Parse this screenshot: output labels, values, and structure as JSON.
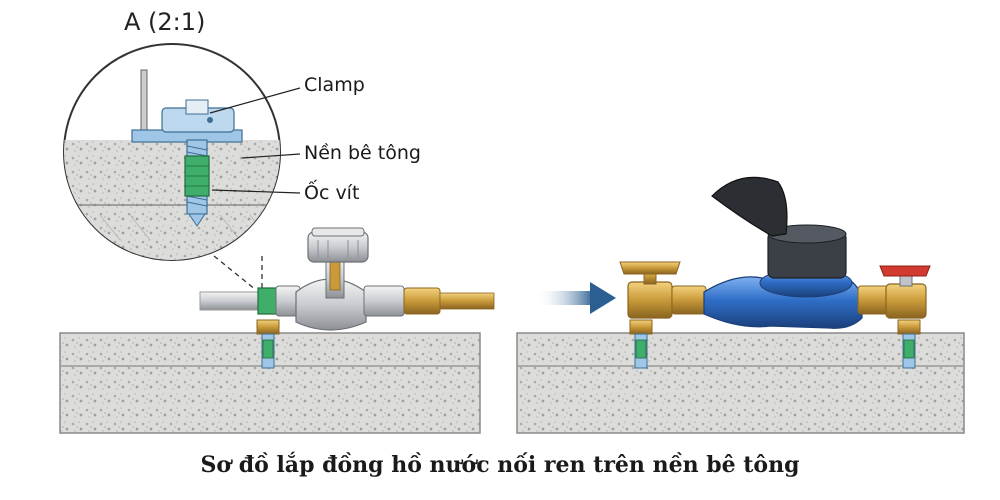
{
  "detail_view": {
    "title": "A (2:1)",
    "labels": {
      "clamp": "Clamp",
      "concrete": "Nền bê tông",
      "screw": "Ốc vít"
    }
  },
  "caption": "Sơ đồ lắp đồng hồ nước nối ren trên nền bê tông",
  "colors": {
    "concrete": "#dcdcda",
    "concrete_speck": "#a9a9a6",
    "brass": "#c99a3a",
    "meter_blue": "#2f6fc8",
    "arrow": "#2b5f92",
    "handle_red": "#d23a2f",
    "bolt_green": "#3fae6a"
  },
  "icons": {
    "direction_arrow": "arrow-right-icon"
  }
}
